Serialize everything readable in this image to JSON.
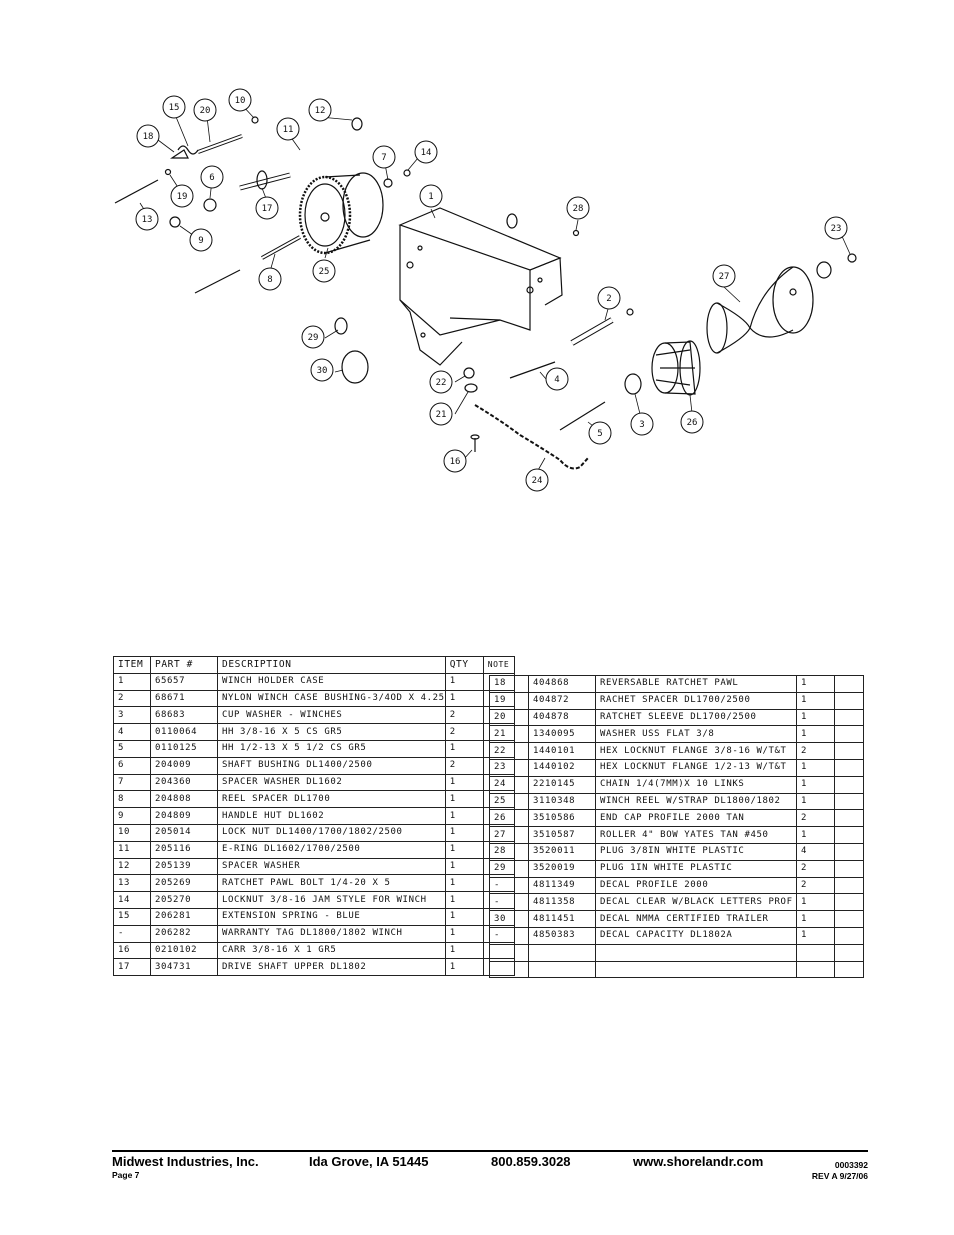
{
  "diagram": {
    "callouts": [
      "15",
      "20",
      "10",
      "18",
      "12",
      "11",
      "7",
      "14",
      "6",
      "19",
      "13",
      "17",
      "1",
      "9",
      "28",
      "23",
      "8",
      "25",
      "27",
      "2",
      "29",
      "30",
      "4",
      "22",
      "21",
      "3",
      "26",
      "5",
      "16",
      "24"
    ]
  },
  "table_left": {
    "headers": [
      "ITEM",
      "PART #",
      "DESCRIPTION",
      "QTY",
      "NOTE"
    ],
    "rows": [
      [
        "1",
        "65657",
        "WINCH HOLDER CASE",
        "1",
        ""
      ],
      [
        "2",
        "68671",
        "NYLON WINCH CASE BUSHING-3/4OD X 4.25",
        "1",
        ""
      ],
      [
        "3",
        "68683",
        "CUP WASHER - WINCHES",
        "2",
        ""
      ],
      [
        "4",
        "0110064",
        "HH 3/8-16 X 5 CS GR5",
        "2",
        ""
      ],
      [
        "5",
        "0110125",
        "HH 1/2-13 X 5 1/2 CS GR5",
        "1",
        ""
      ],
      [
        "6",
        "204009",
        "SHAFT BUSHING DL1400/2500",
        "2",
        ""
      ],
      [
        "7",
        "204360",
        "SPACER WASHER DL1602",
        "1",
        ""
      ],
      [
        "8",
        "204808",
        "REEL SPACER DL1700",
        "1",
        ""
      ],
      [
        "9",
        "204809",
        "HANDLE HUT DL1602",
        "1",
        ""
      ],
      [
        "10",
        "205014",
        "LOCK NUT DL1400/1700/1802/2500",
        "1",
        ""
      ],
      [
        "11",
        "205116",
        "E-RING DL1602/1700/2500",
        "1",
        ""
      ],
      [
        "12",
        "205139",
        "SPACER WASHER",
        "1",
        ""
      ],
      [
        "13",
        "205269",
        "RATCHET PAWL BOLT 1/4-20 X 5",
        "1",
        ""
      ],
      [
        "14",
        "205270",
        "LOCKNUT 3/8-16 JAM STYLE FOR WINCH",
        "1",
        ""
      ],
      [
        "15",
        "206281",
        "EXTENSION SPRING - BLUE",
        "1",
        ""
      ],
      [
        "-",
        "206282",
        "WARRANTY TAG DL1800/1802 WINCH",
        "1",
        ""
      ],
      [
        "16",
        "0210102",
        "CARR 3/8-16 X 1 GR5",
        "1",
        ""
      ],
      [
        "17",
        "304731",
        "DRIVE SHAFT UPPER DL1802",
        "1",
        ""
      ]
    ]
  },
  "table_right": {
    "rows": [
      [
        "18",
        "404868",
        "REVERSABLE RATCHET PAWL",
        "1",
        ""
      ],
      [
        "19",
        "404872",
        "RACHET SPACER DL1700/2500",
        "1",
        ""
      ],
      [
        "20",
        "404878",
        "RATCHET SLEEVE DL1700/2500",
        "1",
        ""
      ],
      [
        "21",
        "1340095",
        "WASHER USS FLAT 3/8",
        "1",
        ""
      ],
      [
        "22",
        "1440101",
        "HEX LOCKNUT FLANGE 3/8-16 W/T&T",
        "2",
        ""
      ],
      [
        "23",
        "1440102",
        "HEX LOCKNUT FLANGE 1/2-13 W/T&T",
        "1",
        ""
      ],
      [
        "24",
        "2210145",
        "CHAIN 1/4(7MM)X 10 LINKS",
        "1",
        ""
      ],
      [
        "25",
        "3110348",
        "WINCH REEL W/STRAP DL1800/1802",
        "1",
        ""
      ],
      [
        "26",
        "3510586",
        "END CAP PROFILE 2000 TAN",
        "2",
        ""
      ],
      [
        "27",
        "3510587",
        "ROLLER 4\" BOW YATES TAN #450",
        "1",
        ""
      ],
      [
        "28",
        "3520011",
        "PLUG 3/8IN WHITE PLASTIC",
        "4",
        ""
      ],
      [
        "29",
        "3520019",
        "PLUG 1IN WHITE PLASTIC",
        "2",
        ""
      ],
      [
        "-",
        "4811349",
        "DECAL PROFILE 2000",
        "2",
        ""
      ],
      [
        "-",
        "4811358",
        "DECAL CLEAR W/BLACK LETTERS PROF",
        "1",
        ""
      ],
      [
        "30",
        "4811451",
        "DECAL NMMA CERTIFIED TRAILER",
        "1",
        ""
      ],
      [
        "-",
        "4850383",
        "DECAL CAPACITY DL1802A",
        "1",
        ""
      ],
      [
        "",
        "",
        "",
        "",
        ""
      ],
      [
        "",
        "",
        "",
        "",
        ""
      ]
    ]
  },
  "footer": {
    "company": "Midwest Industries, Inc.",
    "city": "Ida Grove, IA  51445",
    "phone": "800.859.3028",
    "website": "www.shorelandr.com",
    "page": "Page 7",
    "doc_number": "0003392",
    "revision": "REV A  9/27/06"
  }
}
